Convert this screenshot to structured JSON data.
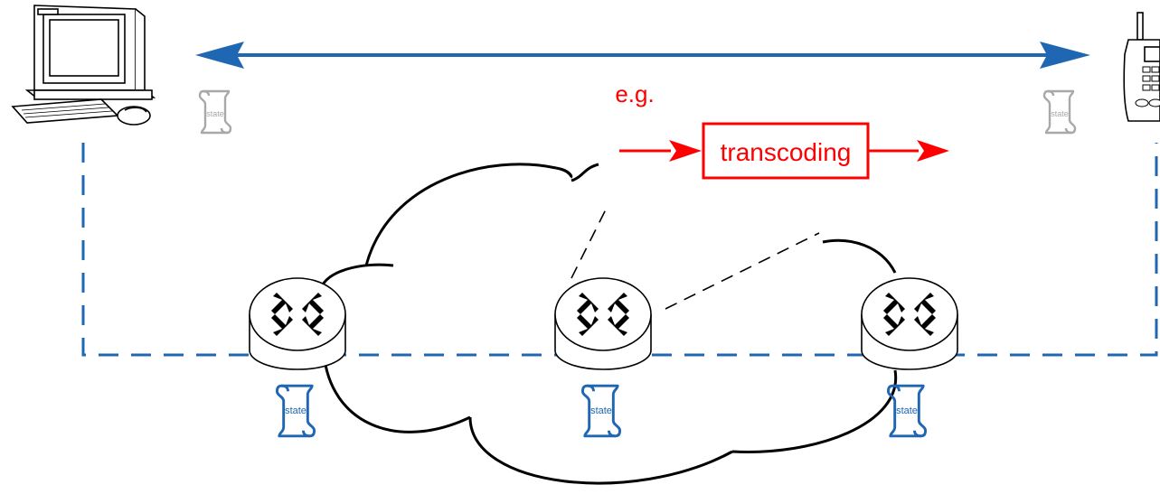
{
  "diagram": {
    "example_label": "e.g.",
    "function_label": "transcoding",
    "state_label": "state",
    "colors": {
      "end_to_end": "#1f66b3",
      "example": "#ff0000",
      "endpoint_state": "#a8a8a8",
      "router_state": "#1f66b3",
      "outline": "#000000"
    },
    "nodes": [
      {
        "id": "host-computer",
        "type": "computer"
      },
      {
        "id": "mobile-phone",
        "type": "phone"
      },
      {
        "id": "router-left",
        "type": "router"
      },
      {
        "id": "router-middle",
        "type": "router"
      },
      {
        "id": "router-right",
        "type": "router"
      }
    ],
    "icons": [
      "computer-icon",
      "mobile-phone-icon",
      "router-icon",
      "state-document-icon",
      "network-cloud"
    ]
  }
}
